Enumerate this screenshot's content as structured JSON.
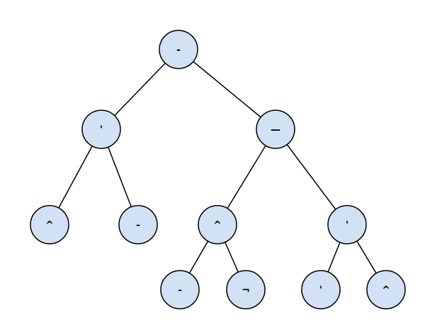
{
  "colors": {
    "node_fill": "#d2e1f3",
    "node_stroke": "#000000",
    "edge": "#000000",
    "background": "#ffffff"
  },
  "tree": {
    "nodes": [
      {
        "id": "root",
        "label": "-"
      },
      {
        "id": "l",
        "label": "'"
      },
      {
        "id": "r",
        "label": "—"
      },
      {
        "id": "ll",
        "label": "^"
      },
      {
        "id": "lr",
        "label": "-"
      },
      {
        "id": "rl",
        "label": "^"
      },
      {
        "id": "rr",
        "label": "'"
      },
      {
        "id": "rll",
        "label": "-"
      },
      {
        "id": "rlr",
        "label": "¬"
      },
      {
        "id": "rrl",
        "label": "'"
      },
      {
        "id": "rrr",
        "label": "^"
      }
    ],
    "edges": [
      {
        "from": "root",
        "to": "l"
      },
      {
        "from": "root",
        "to": "r"
      },
      {
        "from": "l",
        "to": "ll"
      },
      {
        "from": "l",
        "to": "lr"
      },
      {
        "from": "r",
        "to": "rl"
      },
      {
        "from": "r",
        "to": "rr"
      },
      {
        "from": "rl",
        "to": "rll"
      },
      {
        "from": "rl",
        "to": "rlr"
      },
      {
        "from": "rr",
        "to": "rrl"
      },
      {
        "from": "rr",
        "to": "rrr"
      }
    ]
  }
}
